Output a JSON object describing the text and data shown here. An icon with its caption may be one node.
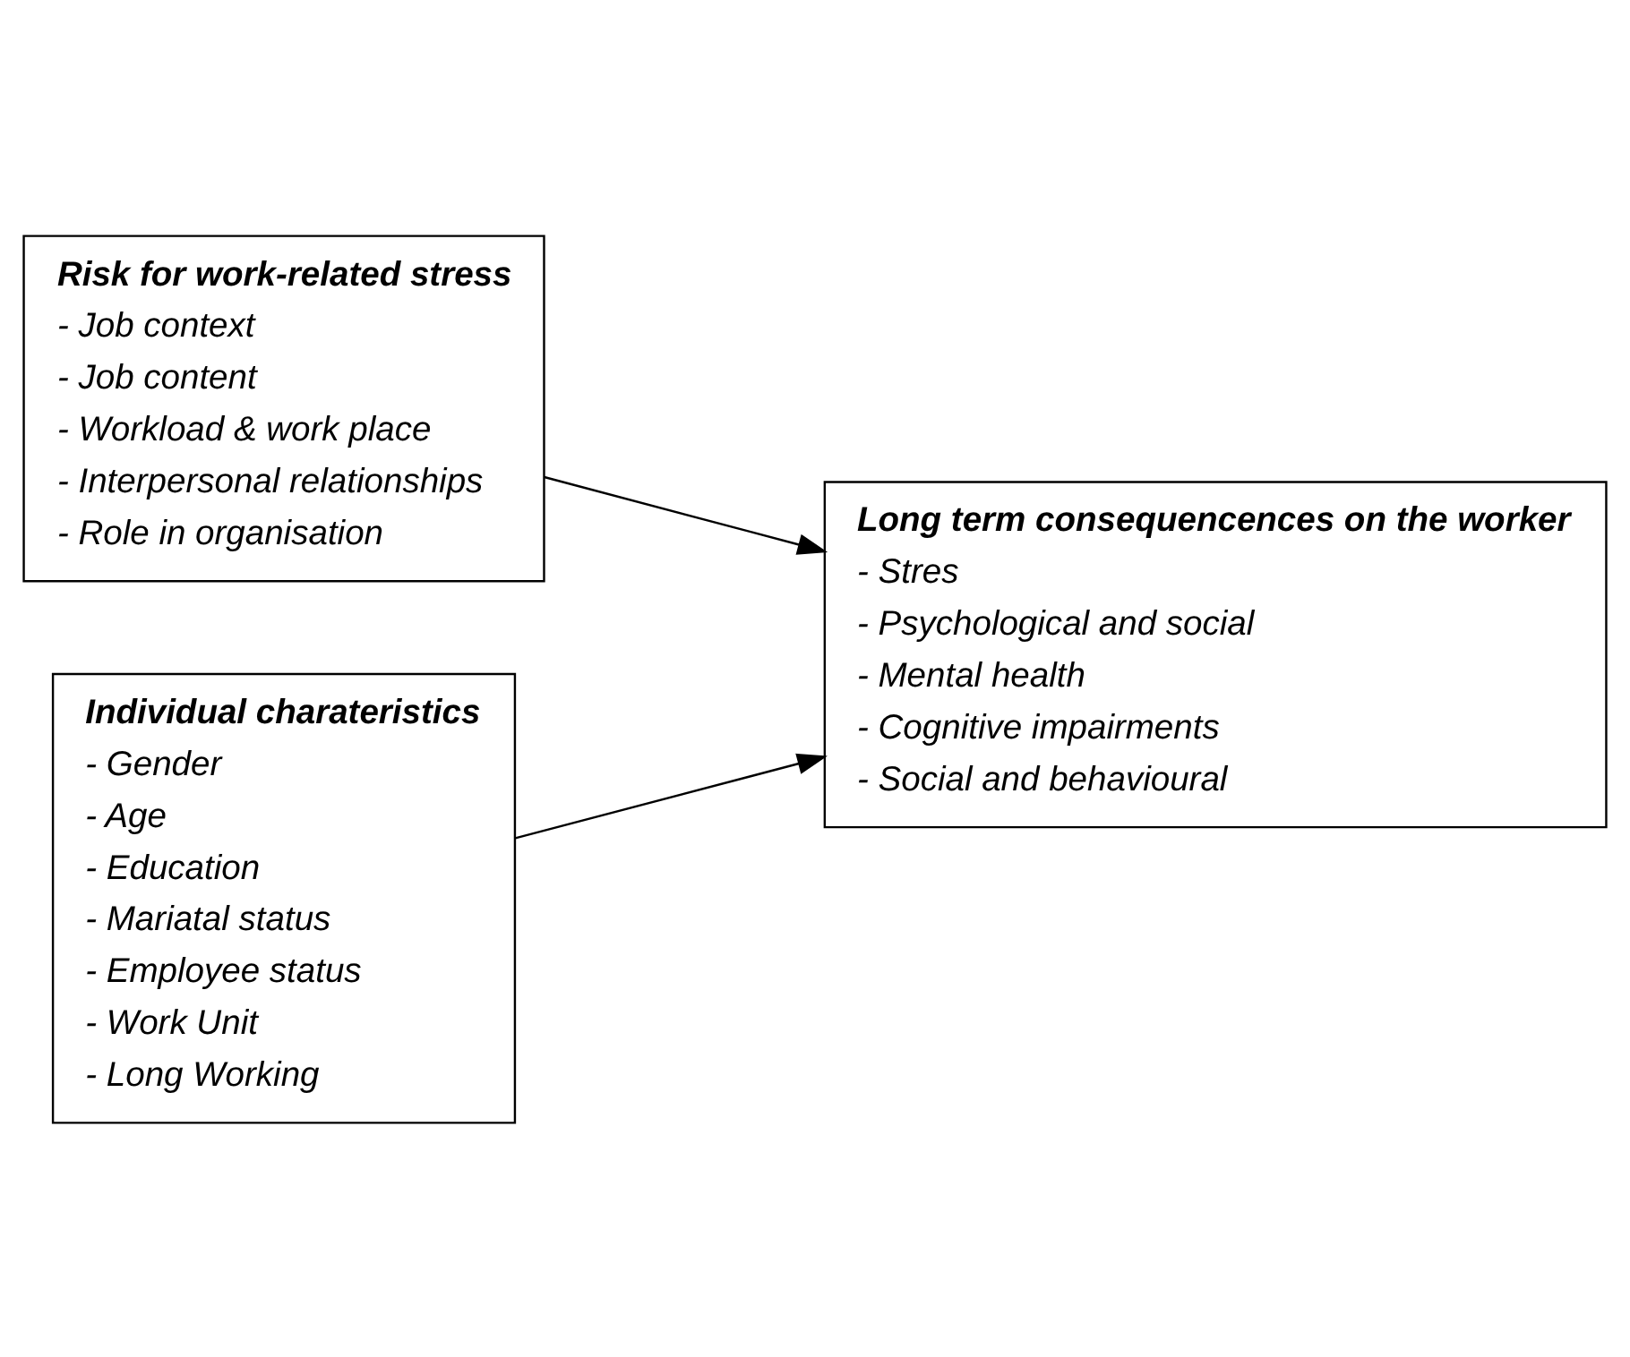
{
  "diagram": {
    "nodes": [
      {
        "text": [
          "Risk for work-related stress",
          "- Job context",
          "- Job content",
          "- Workload & work place",
          "- Interpersonal relationships",
          "- Role in organisation"
        ]
      },
      {
        "text": [
          "Individual charateristics",
          "- Gender",
          "- Age",
          "- Education",
          "- Mariatal status",
          "- Employee status",
          "- Work Unit",
          "- Long Working"
        ]
      },
      {
        "text": [
          "Long term consequencences on the worker",
          "- Stres",
          "- Psychological and social",
          "- Mental health",
          "- Cognitive impairments",
          "- Social and behavioural"
        ]
      }
    ],
    "edges": [
      {
        "from": 0,
        "to": 2,
        "arrow": "to"
      },
      {
        "from": 1,
        "to": 2,
        "arrow": "to"
      }
    ]
  }
}
